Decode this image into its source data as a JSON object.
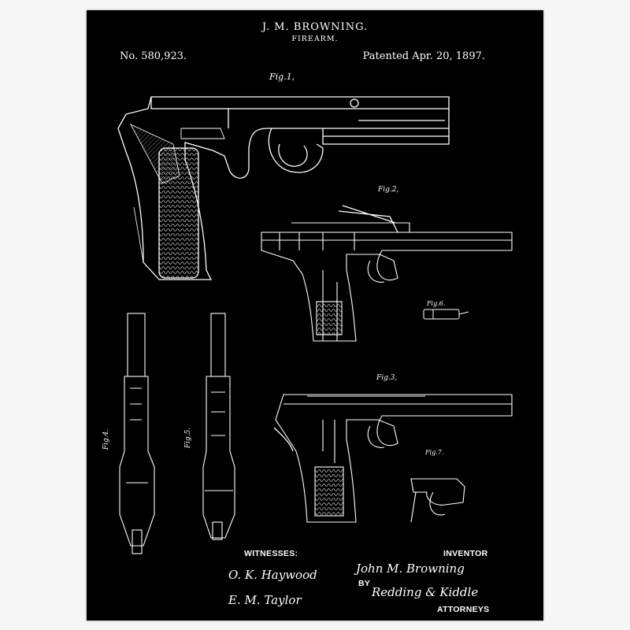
{
  "patent": {
    "inventor_name": "J. M. BROWNING.",
    "subject": "FIREARM.",
    "number": "No. 580,923.",
    "date": "Patented Apr. 20, 1897."
  },
  "figures": {
    "fig1": "Fig.1,",
    "fig2": "Fig.2,",
    "fig3": "Fig.3,",
    "fig4": "Fig.4.",
    "fig5": "Fig.5.",
    "fig6": "Fig.6.",
    "fig7": "Fig.7."
  },
  "footer": {
    "witnesses_label": "WITNESSES:",
    "inventor_label": "INVENTOR",
    "by_label": "BY",
    "attorneys_label": "ATTORNEYS",
    "witness1_signature": "O. K. Haywood",
    "witness2_signature": "E. M. Taylor",
    "inventor_signature": "John M. Browning",
    "attorneys_signature": "Redding & Kiddle"
  },
  "colors": {
    "background": "#000000",
    "ink": "#ffffff",
    "frame": "#f6f6f6"
  }
}
